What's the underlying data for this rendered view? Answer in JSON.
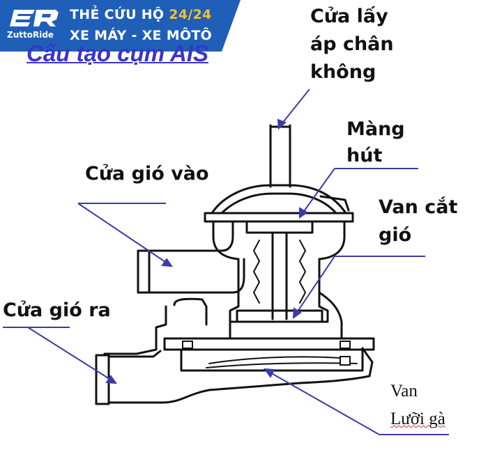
{
  "banner": {
    "logo_text": "ZuttoRide",
    "line1_prefix": "THẺ CỨU HỘ ",
    "line1_highlight": "24/24",
    "line2": "XE MÁY - XE MÔTÔ",
    "bg_color": "#1f5fb8",
    "highlight_color": "#f7c12a"
  },
  "title": "Cấu tạo cụm AIS",
  "labels": {
    "vacuum_port": [
      "Cửa lấy",
      "áp chân",
      "không"
    ],
    "diaphragm": [
      "Màng",
      "hút"
    ],
    "air_cut_valve": [
      "Van cắt",
      "gió"
    ],
    "air_inlet": "Cửa gió vào",
    "air_outlet": "Cửa gió ra",
    "reed_valve": [
      "Van",
      "Lưỡi gà"
    ]
  },
  "colors": {
    "title": "#3a34c9",
    "leader_lines": "#3a3aa8",
    "outline": "#111111"
  }
}
